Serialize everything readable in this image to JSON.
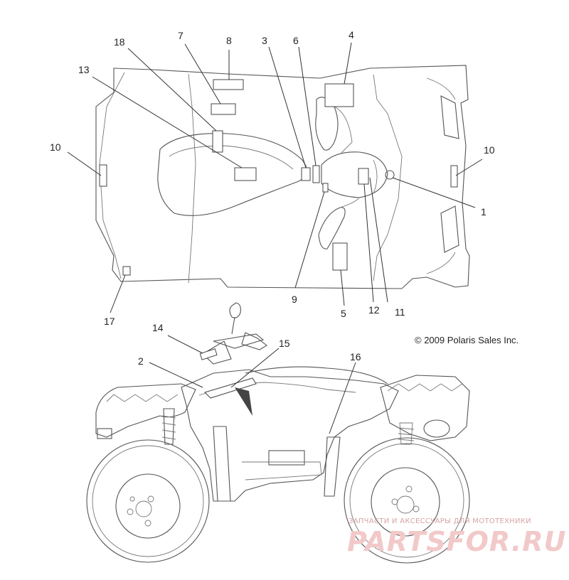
{
  "top_view_callouts": [
    {
      "id": "c1",
      "label": "1"
    },
    {
      "id": "c3",
      "label": "3"
    },
    {
      "id": "c4",
      "label": "4"
    },
    {
      "id": "c5",
      "label": "5"
    },
    {
      "id": "c6",
      "label": "6"
    },
    {
      "id": "c7",
      "label": "7"
    },
    {
      "id": "c8",
      "label": "8"
    },
    {
      "id": "c9",
      "label": "9"
    },
    {
      "id": "c10a",
      "label": "10"
    },
    {
      "id": "c10b",
      "label": "10"
    },
    {
      "id": "c11",
      "label": "11"
    },
    {
      "id": "c12",
      "label": "12"
    },
    {
      "id": "c13",
      "label": "13"
    },
    {
      "id": "c17",
      "label": "17"
    },
    {
      "id": "c18",
      "label": "18"
    }
  ],
  "side_view_callouts": [
    {
      "id": "c2",
      "label": "2"
    },
    {
      "id": "c14",
      "label": "14"
    },
    {
      "id": "c15",
      "label": "15"
    },
    {
      "id": "c16",
      "label": "16"
    }
  ],
  "copyright": "© 2009 Polaris Sales Inc.",
  "watermark": {
    "tagline": "ЗАПЧАСТИ И АКСЕССУАРЫ ДЛЯ МОТОТЕХНИКИ",
    "logo": "PARTSFOR.RU"
  }
}
